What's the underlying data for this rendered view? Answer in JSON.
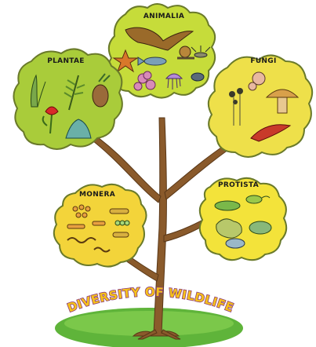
{
  "title": "DIVERSITY OF WILDLIFE",
  "kingdoms": {
    "animalia": "ANIMALIA",
    "plantae": "PLANTAE",
    "fungi": "FUNGI",
    "monera": "MONERA",
    "protista": "PROTISTA"
  },
  "colors": {
    "animalia_fill": "#c6dc3a",
    "plantae_fill": "#a9cc3a",
    "fungi_fill": "#eee04a",
    "monera_fill": "#f3d43a",
    "protista_fill": "#f3e33a",
    "cloud_stroke": "#6a7a2a",
    "trunk": "#8a5a2b",
    "grass": "#5fb43a",
    "title_fill": "#f6c21a",
    "title_stroke": "#8a3a7a"
  }
}
